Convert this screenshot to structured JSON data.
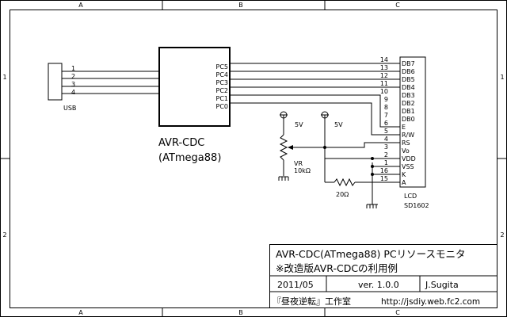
{
  "border": {
    "columns": [
      "A",
      "B",
      "C"
    ],
    "rows": [
      "1",
      "2"
    ]
  },
  "usb": {
    "label": "USB",
    "pins": [
      "1",
      "2",
      "3",
      "4"
    ]
  },
  "mcu": {
    "name": "AVR-CDC",
    "part": "(ATmega88)",
    "pins": [
      "PC5",
      "PC4",
      "PC3",
      "PC2",
      "PC1",
      "PC0"
    ]
  },
  "lcd": {
    "name": "LCD",
    "part": "SD1602",
    "pin_numbers": [
      "14",
      "13",
      "12",
      "11",
      "10",
      "9",
      "8",
      "7",
      "6",
      "5",
      "4",
      "3",
      "2",
      "1",
      "16",
      "15"
    ],
    "pin_names": [
      "DB7",
      "DB6",
      "DB5",
      "DB4",
      "DB3",
      "DB2",
      "DB1",
      "DB0",
      "E",
      "R/W",
      "RS",
      "Vo",
      "VDD",
      "VSS",
      "K",
      "A"
    ]
  },
  "supplies": {
    "left": "5V",
    "right": "5V"
  },
  "vr": {
    "name": "VR",
    "value": "10kΩ"
  },
  "resistor": {
    "value": "20Ω"
  },
  "title_block": {
    "title_line1": "AVR-CDC(ATmega88) PCリソースモニタ",
    "title_line2": "※改造版AVR-CDCの利用例",
    "date": "2011/05",
    "version": "ver. 1.0.0",
    "author": "J.Sugita",
    "site_name": "『昼夜逆転』工作室",
    "url": "http://jsdiy.web.fc2.com"
  }
}
